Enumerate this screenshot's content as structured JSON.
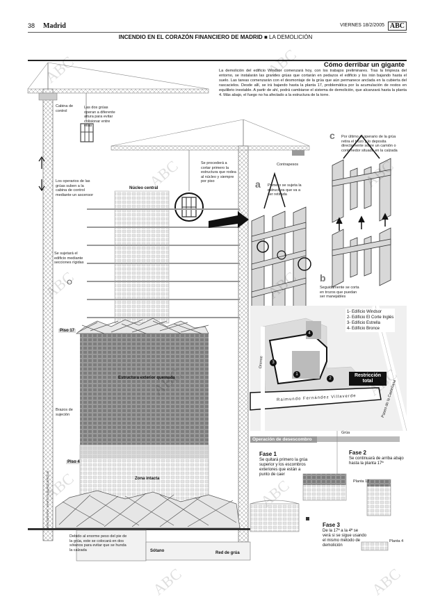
{
  "header": {
    "page_number": "38",
    "section": "Madrid",
    "date": "VIERNES 18/2/2005",
    "logo": "ABC",
    "kicker_main": "INCENDIO EN EL CORAZÓN FINANCIERO DE MADRID",
    "kicker_sub": "LA DEMOLICIÓN"
  },
  "article": {
    "title": "Cómo derribar un gigante",
    "intro": "La demolición del edificio Windsor comenzará hoy, con los trabajos preliminares. Tras la limpieza del entorno, se instalarán las grandes grúas que cortarán en pedazos el edificio y los irán bajando hasta el suelo. Las tareas comenzarán con el desmontaje de la grúa que aún permanece anclada en la cubierta del rascacielos. Desde allí, se irá bajando hasta la planta 17, problemática por la acumulación de restos en equilibrio inestable. A partir de ahí, podrá cambiarse el sistema de demolición, que alcanzará hasta la planta 4. Más abajo, el fuego no ha afectado a la estructura de la torre."
  },
  "labels": {
    "cabina": "Cabina de control",
    "dos_gruas": "Las dos grúas operan a diferente altura para evitar colisionar entre ellas",
    "operarios": "Los operarios de las grúas suben a la cabina de control mediante un ascensor",
    "sujetara": "Se sujetará el edificio mediante secciones rígidas",
    "procedera": "Se procederá a cortar primero la estructura que rodea al núcleo y siempre por piso",
    "nucleo": "Núcleo central",
    "contrapesos": "Contrapesos",
    "piso17": "Piso 17",
    "estructura_ext": "Estructura exterior quemada",
    "brazos": "Brazos de sujeción",
    "piso4": "Piso 4",
    "zona": "Zona intacta",
    "sotano": "Sótano",
    "red_grua": "Red de grúa",
    "debido": "Debido al enorme peso del pie de la grúa, este se colocará en dos sótanos para evitar que se hunda la calzada",
    "credit": "INFOGRAFÍA: MARTÍ ALBURQUERQUE"
  },
  "steps": {
    "a_letter": "a",
    "a_text": "Primero se sujeta la estructura que va a ser retirada",
    "b_letter": "b",
    "b_text": "Seguidamente se corta en trozos que puedan ser manejables",
    "c_letter": "c",
    "c_text": "Por último el operario de la grúa retira el trozo y lo deposita directamente sobre un camión o contenedor situado en la calzada"
  },
  "map": {
    "legend": [
      "1- Edificio Windsor",
      "2- Edificio El Corte Inglés",
      "3- Edificio Estrella",
      "4- Edificio Bronce"
    ],
    "markers": [
      "1",
      "2",
      "3",
      "4"
    ],
    "restriction": "Restricción total",
    "street_main": "Raimundo Fernández Villaverde",
    "street_castellana": "Paseo de la Castellana",
    "street_orense": "Orense"
  },
  "operation": {
    "header": "Operación de desescombro",
    "grua": "Grúa",
    "phases": [
      {
        "title": "Fase 1",
        "text": "Se quitará primero la grúa superior y los escombros exteriores que están a punto de caer"
      },
      {
        "title": "Fase 2",
        "text": "Se continuará de arriba abajo hasta la planta 17ª"
      },
      {
        "title": "Fase 3",
        "text": "De la 17ª a la 4ª se verá si se sigue usando el mismo método de demolición"
      }
    ],
    "planta17": "Planta 17",
    "planta4": "Planta 4"
  },
  "watermark": "ABC"
}
